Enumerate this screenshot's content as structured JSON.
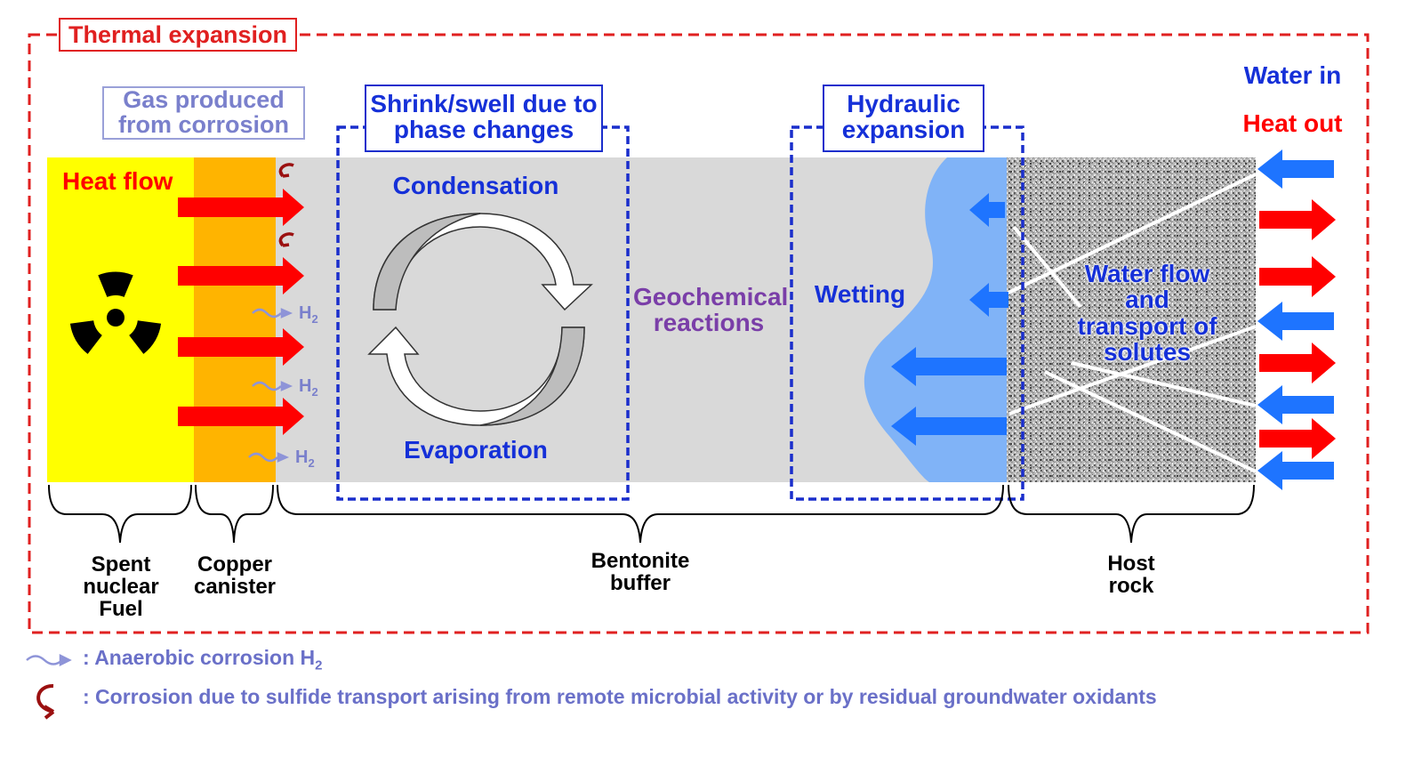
{
  "frame": {
    "title": "Thermal expansion"
  },
  "labels": {
    "gas": "Gas produced from corrosion",
    "shrink": "Shrink/swell due to phase changes",
    "hydraulic": "Hydraulic expansion",
    "water_in": "Water in",
    "heat_out": "Heat out",
    "heat_flow": "Heat flow",
    "condensation": "Condensation",
    "evaporation": "Evaporation",
    "geochemical": "Geochemical reactions",
    "wetting": "Wetting",
    "water_flow": "Water flow and transport of solutes",
    "h2_symbol": "H",
    "h2_subscript": "2"
  },
  "zones": {
    "spent_fuel": "Spent nuclear Fuel",
    "copper": "Copper canister",
    "bentonite": "Bentonite buffer",
    "host_rock": "Host rock"
  },
  "legend": {
    "h2_text": ": Anaerobic corrosion H",
    "h2_sub": "2",
    "corrosion_text": ": Corrosion due to sulfide transport arising from remote microbial activity or by residual groundwater oxidants"
  },
  "colors": {
    "frame_red": "#e02020",
    "heat_red": "#ff0000",
    "water_blue": "#1e74ff",
    "dash_blue": "#1a2ecc",
    "text_blue": "#1530d8",
    "gas_text": "#7a80cc",
    "purple": "#7a3ea8",
    "fuel_yellow": "#ffff00",
    "copper_orange": "#ffb400",
    "bentonite_gray": "#d9d9d9",
    "wet_blue": "#80b3f7",
    "legend_text": "#6a70c8",
    "corrosion_dark": "#9b1010"
  },
  "icons": {
    "radiation": "radiation-trefoil-icon",
    "h2_arrow": "wavy-arrow-icon",
    "corrosion": "curved-arrow-icon"
  }
}
